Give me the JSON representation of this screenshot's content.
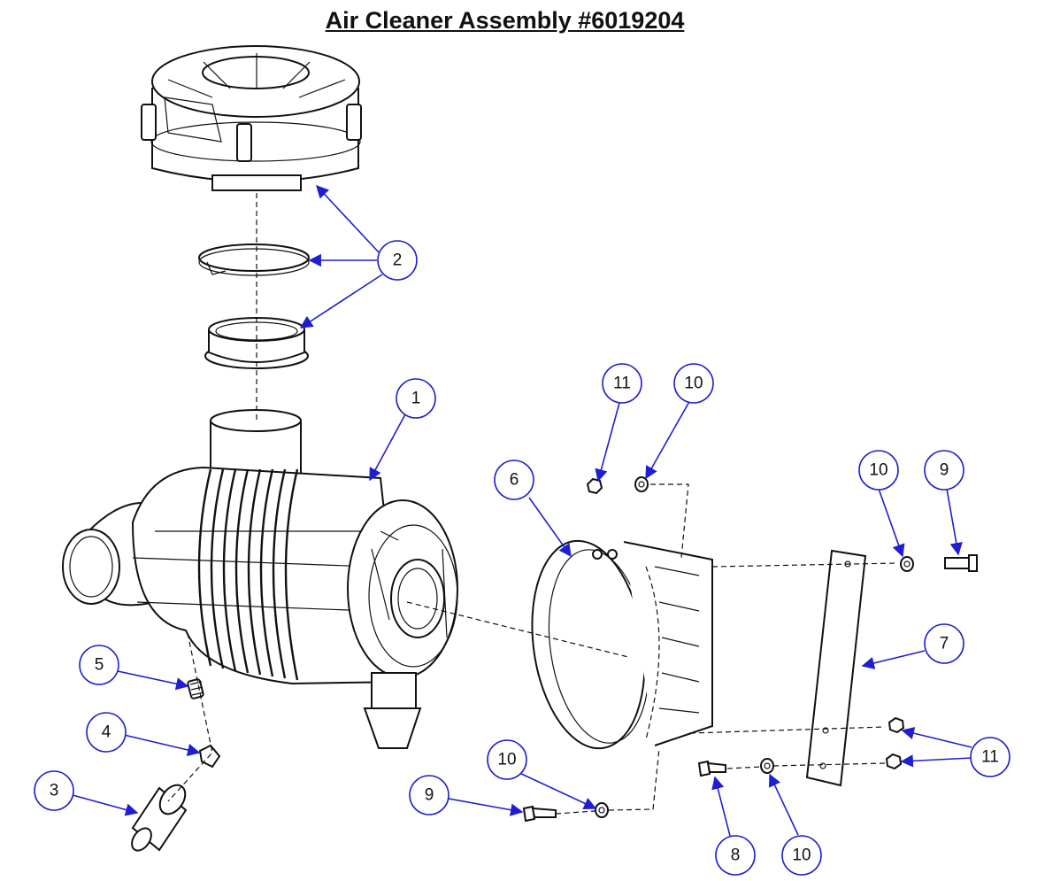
{
  "title": "Air Cleaner Assembly #6019204",
  "callouts": {
    "c1": "1",
    "c2": "2",
    "c3": "3",
    "c4": "4",
    "c5": "5",
    "c6": "6",
    "c7": "7",
    "c8": "8",
    "c9a": "9",
    "c9b": "9",
    "c10a": "10",
    "c10b": "10",
    "c10c": "10",
    "c10d": "10",
    "c11a": "11",
    "c11b": "11"
  },
  "colors": {
    "callout": "#1f1fd1",
    "line": "#111111"
  }
}
